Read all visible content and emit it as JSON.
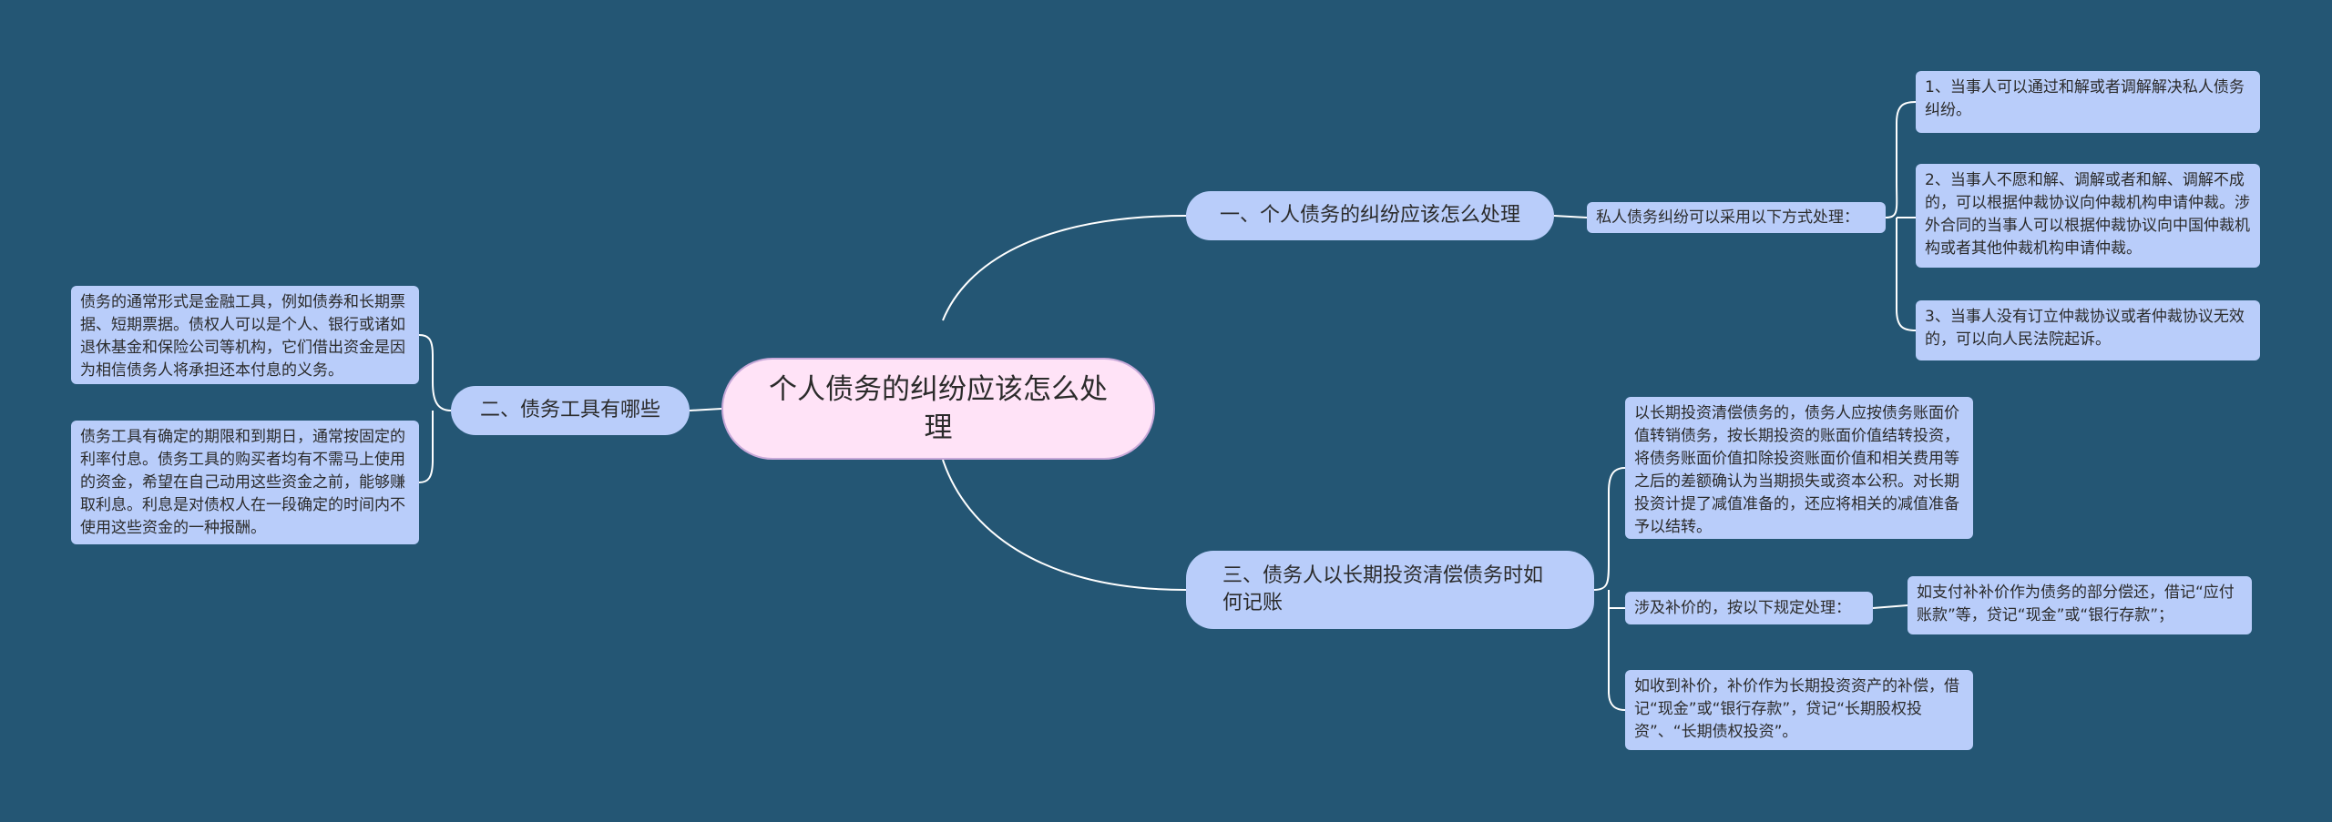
{
  "root": {
    "text": "个人债务的纠纷应该怎么处理"
  },
  "branches": [
    {
      "title": "一、个人债务的纠纷应该怎么处理",
      "intro": "私人债务纠纷可以采用以下方式处理：",
      "items": [
        "1、当事人可以通过和解或者调解解决私人债务纠纷。",
        "2、当事人不愿和解、调解或者和解、调解不成的，可以根据仲裁协议向仲裁机构申请仲裁。涉外合同的当事人可以根据仲裁协议向中国仲裁机构或者其他仲裁机构申请仲裁。",
        "3、当事人没有订立仲裁协议或者仲裁协议无效的，可以向人民法院起诉。"
      ]
    },
    {
      "title": "二、债务工具有哪些",
      "items": [
        "债务的通常形式是金融工具，例如债券和长期票据、短期票据。债权人可以是个人、银行或诸如退休基金和保险公司等机构，它们借出资金是因为相信债务人将承担还本付息的义务。",
        "债务工具有确定的期限和到期日，通常按固定的利率付息。债务工具的购买者均有不需马上使用的资金，希望在自己动用这些资金之前，能够赚取利息。利息是对债权人在一段确定的时间内不使用这些资金的一种报酬。"
      ]
    },
    {
      "title": "三、债务人以长期投资清偿债务时如何记账",
      "items": [
        "以长期投资清偿债务的，债务人应按债务账面价值转销债务，按长期投资的账面价值结转投资，将债务账面价值扣除投资账面价值和相关费用等之后的差额确认为当期损失或资本公积。对长期投资计提了减值准备的，还应将相关的减值准备予以结转。",
        "涉及补价的，按以下规定处理：",
        "如收到补价，补价作为长期投资资产的补偿，借记“现金”或“银行存款”，贷记“长期股权投资”、“长期债权投资”。"
      ],
      "subitem": "如支付补补价作为债务的部分偿还，借记“应付账款”等，贷记“现金”或“银行存款”；"
    }
  ],
  "colors": {
    "background": "#245674",
    "root_fill": "#ffe3f7",
    "node_fill": "#b9cdfa",
    "line": "#ffffff"
  }
}
